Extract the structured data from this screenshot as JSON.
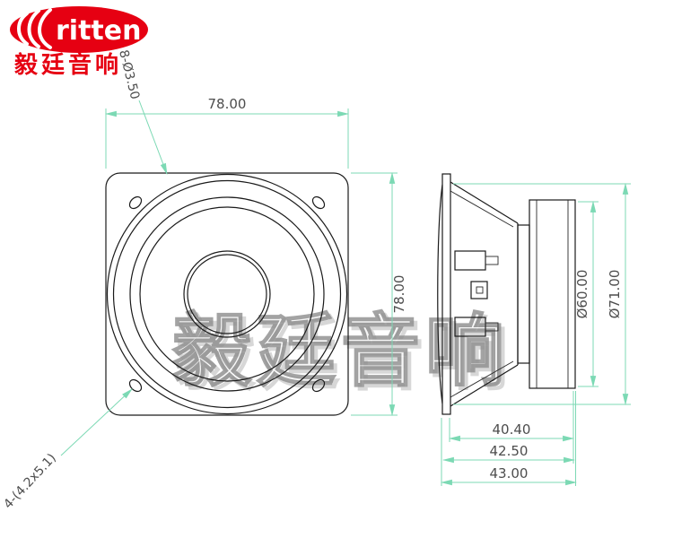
{
  "logo": {
    "brand_text": "ritten",
    "brand_chinese": "毅廷音响"
  },
  "watermark": {
    "text": "毅廷音响"
  },
  "dimensions": {
    "front_width": "78.00",
    "front_height": "78.00",
    "holes_note": "8-Ø3.50",
    "slots_note": "4-(4.2x5.1)",
    "magnet_diameter": "Ø60.00",
    "basket_diameter": "Ø71.00",
    "depth_magnet": "40.40",
    "depth_mid": "42.50",
    "depth_total": "43.00"
  },
  "colors": {
    "dimension_line": "#7CD9B4",
    "drawing_line": "#1A1A1A",
    "brand_red": "#E60012",
    "dim_text": "#4D4D4D",
    "watermark_gray": "#8F8F8F"
  }
}
